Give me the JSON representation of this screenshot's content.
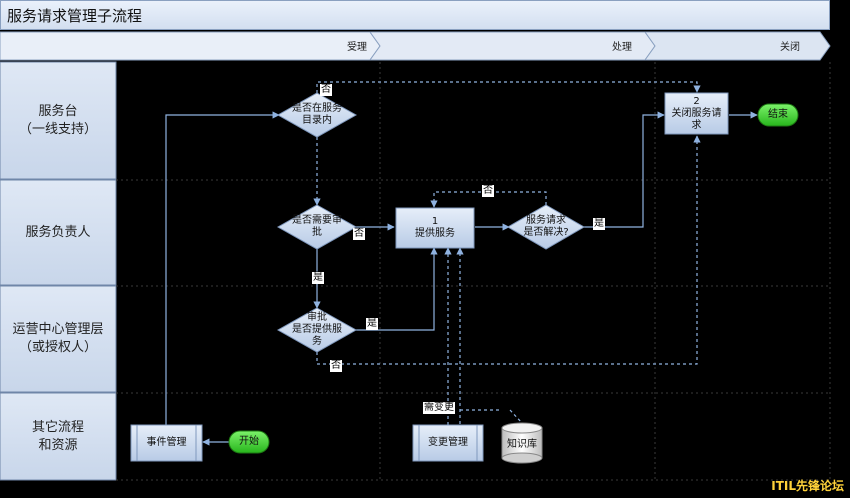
{
  "title": "服务请求管理子流程",
  "phases": [
    "受理",
    "处理",
    "关闭"
  ],
  "lanes": [
    "服务台\n（一线支持）",
    "服务负责人",
    "运营中心管理层\n（或授权人）",
    "其它流程\n和资源"
  ],
  "nodes": {
    "d1": "是否在服务\n目录内",
    "d2": "是否需要审\n批",
    "d3": "审批\n是否提供服\n务",
    "d4": "服务请求\n是否解决?",
    "p1": "1\n提供服务",
    "p2": "2\n关闭服务请\n求",
    "end": "结束",
    "start": "开始",
    "incident": "事件管理",
    "change": "变更管理",
    "kb": "知识库"
  },
  "tags": {
    "no_top": "否",
    "no_d2": "否",
    "yes_d2": "是",
    "yes_d3": "是",
    "no_d3": "否",
    "yes_d4": "是",
    "no_d4": "否",
    "need_change": "需变更"
  },
  "watermark": "ITIL先锋论坛"
}
